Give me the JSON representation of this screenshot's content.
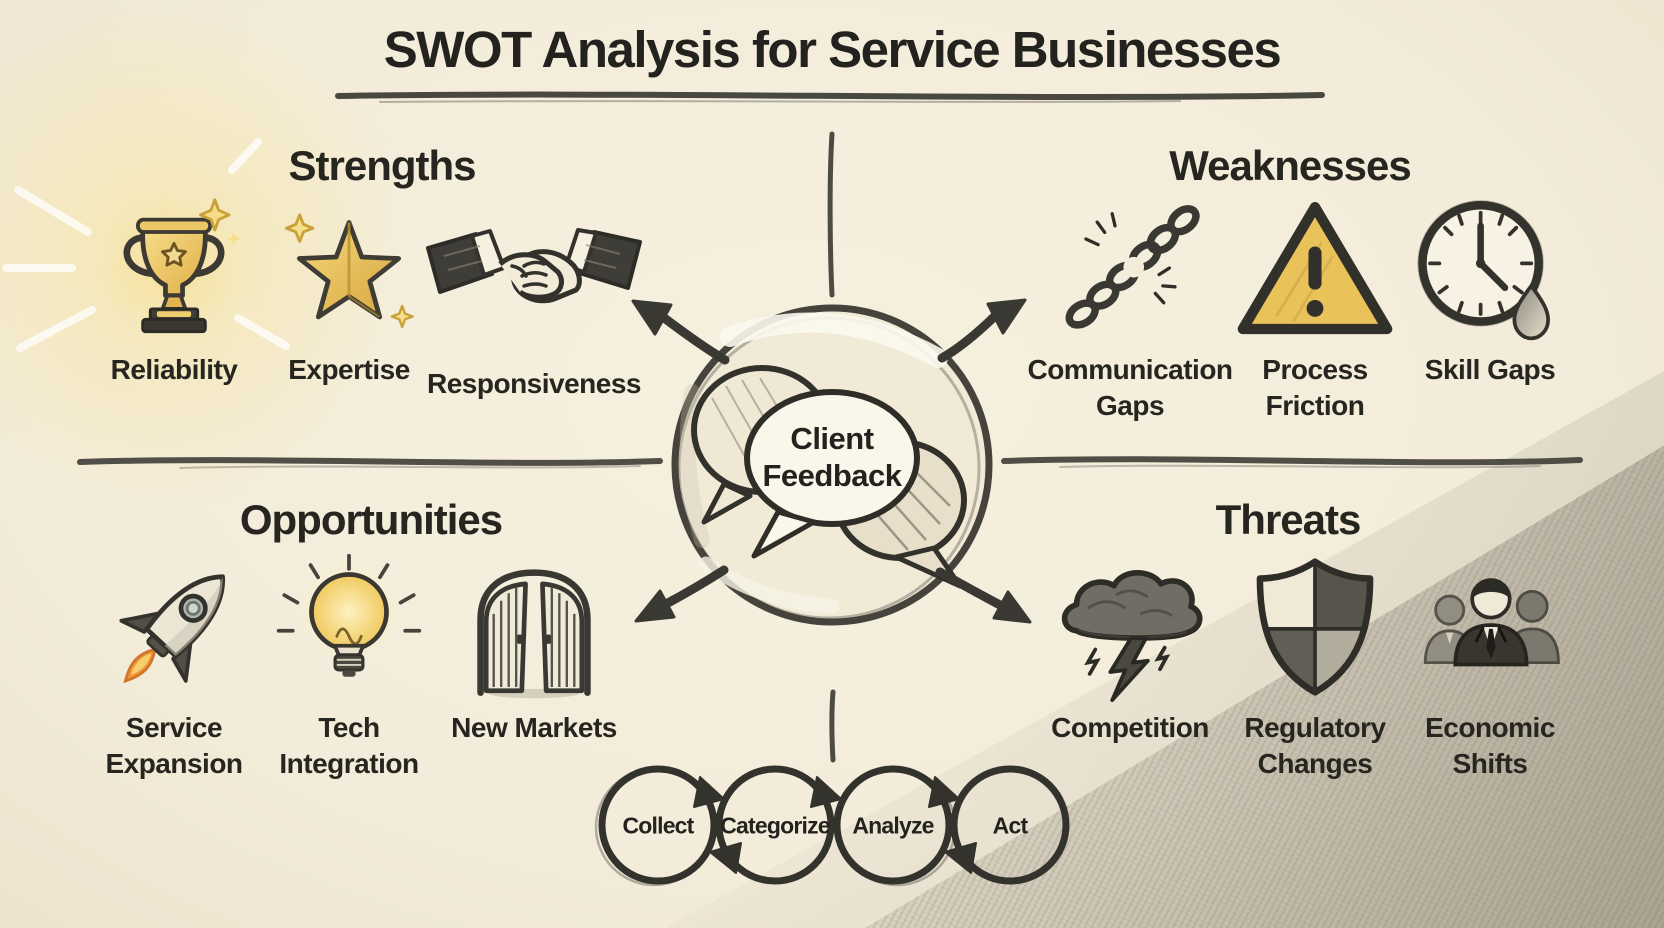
{
  "title": "SWOT Analysis for Service Businesses",
  "colors": {
    "paper": "#f3ecda",
    "ink": "#2b2a26",
    "gold": "#e9c35c",
    "glow": "#f6e2a0",
    "flame": "#ef9a40"
  },
  "center": {
    "label": "Client\nFeedback",
    "icon": "speech-bubbles-icon"
  },
  "quadrants": {
    "strengths": {
      "title": "Strengths",
      "items": [
        {
          "label": "Reliability",
          "icon": "trophy-icon"
        },
        {
          "label": "Expertise",
          "icon": "star-icon"
        },
        {
          "label": "Responsiveness",
          "icon": "handshake-icon"
        }
      ]
    },
    "weaknesses": {
      "title": "Weaknesses",
      "items": [
        {
          "label": "Communication\nGaps",
          "icon": "broken-chain-icon"
        },
        {
          "label": "Process\nFriction",
          "icon": "warning-triangle-icon"
        },
        {
          "label": "Skill Gaps",
          "icon": "clock-drop-icon"
        }
      ]
    },
    "opportunities": {
      "title": "Opportunities",
      "items": [
        {
          "label": "Service\nExpansion",
          "icon": "rocket-icon"
        },
        {
          "label": "Tech\nIntegration",
          "icon": "lightbulb-icon"
        },
        {
          "label": "New Markets",
          "icon": "open-doors-icon"
        }
      ]
    },
    "threats": {
      "title": "Threats",
      "items": [
        {
          "label": "Competition",
          "icon": "storm-cloud-icon"
        },
        {
          "label": "Regulatory\nChanges",
          "icon": "shield-icon"
        },
        {
          "label": "Economic\nShifts",
          "icon": "business-people-icon"
        }
      ]
    }
  },
  "cycle": {
    "steps": [
      "Collect",
      "Categorize",
      "Analyze",
      "Act"
    ]
  }
}
